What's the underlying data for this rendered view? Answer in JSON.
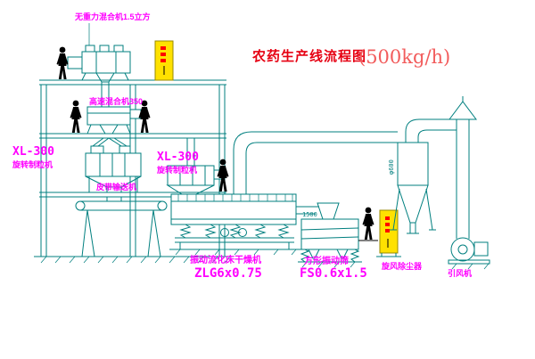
{
  "title": {
    "main": "农药生产线流程图",
    "capacity": "(500kg/h)"
  },
  "labels": {
    "gravity_mixer": "无重力混合机1.5立方",
    "high_speed_mixer": "高速混合机350",
    "granulator_left_model": "XL-300",
    "granulator_left_name": "旋转制粒机",
    "granulator_mid_model": "XL-300",
    "granulator_mid_name": "旋转制粒机",
    "belt_conveyor": "皮带输送机",
    "dryer_name": "振动流化床干燥机",
    "dryer_model": "ZLG6x0.75",
    "screen_name": "方形振动筛",
    "screen_model": "FS0.6x1.5",
    "cyclone_name": "旋风除尘器",
    "fan_name": "引风机"
  },
  "dimensions": {
    "cyclone_dia": "φ600",
    "screen_dim": "1500"
  },
  "colors": {
    "line": "#007f7f",
    "label": "#ff00ff",
    "title_red": "#e60012",
    "cabinet_yellow": "#ffe100",
    "figure_black": "#000000"
  }
}
